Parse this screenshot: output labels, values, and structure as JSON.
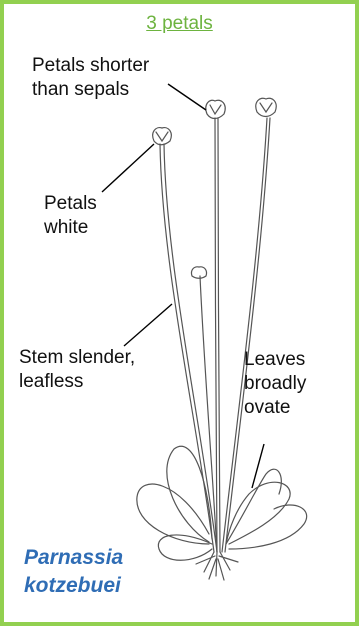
{
  "heading": "3 petals",
  "labels": {
    "petals_shorter": [
      "Petals shorter",
      "than sepals"
    ],
    "petals_white": [
      "Petals",
      "white"
    ],
    "stem": [
      "Stem slender,",
      "leafless"
    ],
    "leaves": [
      "Leaves",
      "broadly",
      "ovate"
    ]
  },
  "species": [
    "Parnassia",
    "kotzebuei"
  ],
  "colors": {
    "border": "#92d050",
    "heading": "#6db33f",
    "species": "#2f6db5"
  }
}
